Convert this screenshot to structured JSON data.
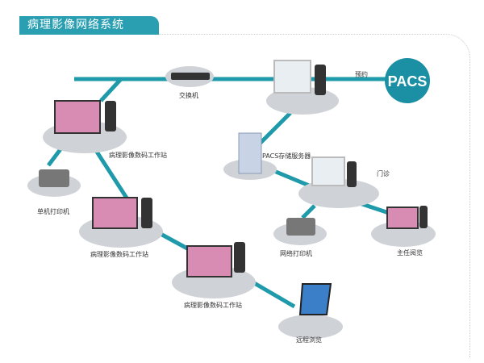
{
  "title": "病理影像网络系统",
  "colors": {
    "accent": "#2a9fb2",
    "line": "#1e9aaa",
    "platform": "#cfd2d6",
    "pacs": "#1b8fa3"
  },
  "nodes": {
    "switch": {
      "label": "交换机",
      "icon": "network-switch-icon"
    },
    "pacs": {
      "label": "PACS",
      "icon": "pacs-circle"
    },
    "appointment": {
      "label": "预约",
      "icon": "workstation-microscope-icon"
    },
    "storage": {
      "label": "PACS存储服务器",
      "icon": "server-icon"
    },
    "clinic": {
      "label": "门诊",
      "icon": "workstation-microscope-icon"
    },
    "director": {
      "label": "主任阅览",
      "icon": "workstation-microscope-icon"
    },
    "net_printer": {
      "label": "网络打印机",
      "icon": "printer-icon"
    },
    "remote": {
      "label": "远程浏览",
      "icon": "laptop-icon"
    },
    "ws1": {
      "label": "病理影像数码工作站",
      "icon": "workstation-microscope-icon"
    },
    "ws2": {
      "label": "病理影像数码工作站",
      "icon": "workstation-microscope-icon"
    },
    "ws3": {
      "label": "病理影像数码工作站",
      "icon": "workstation-microscope-icon"
    },
    "local_printer": {
      "label": "单机打印机",
      "icon": "printer-icon"
    }
  }
}
